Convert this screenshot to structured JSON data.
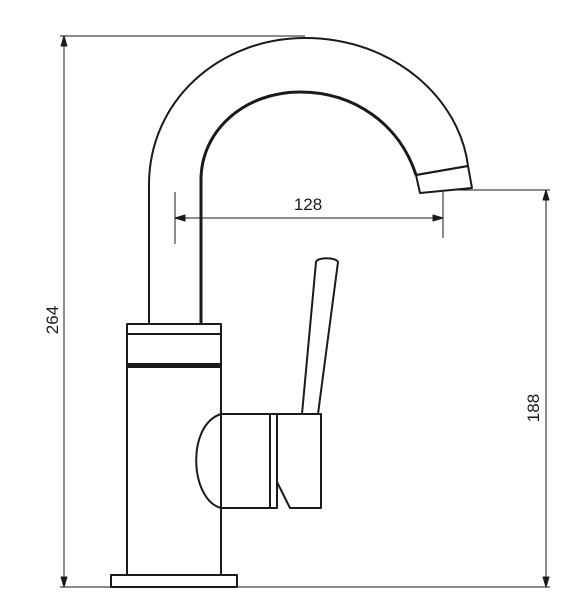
{
  "drawing": {
    "colors": {
      "line": "#1a1a1a",
      "background": "#ffffff"
    },
    "dimensions": {
      "overall_height": {
        "label": "264"
      },
      "spout_reach": {
        "label": "128"
      },
      "spout_height": {
        "label": "188"
      }
    }
  }
}
